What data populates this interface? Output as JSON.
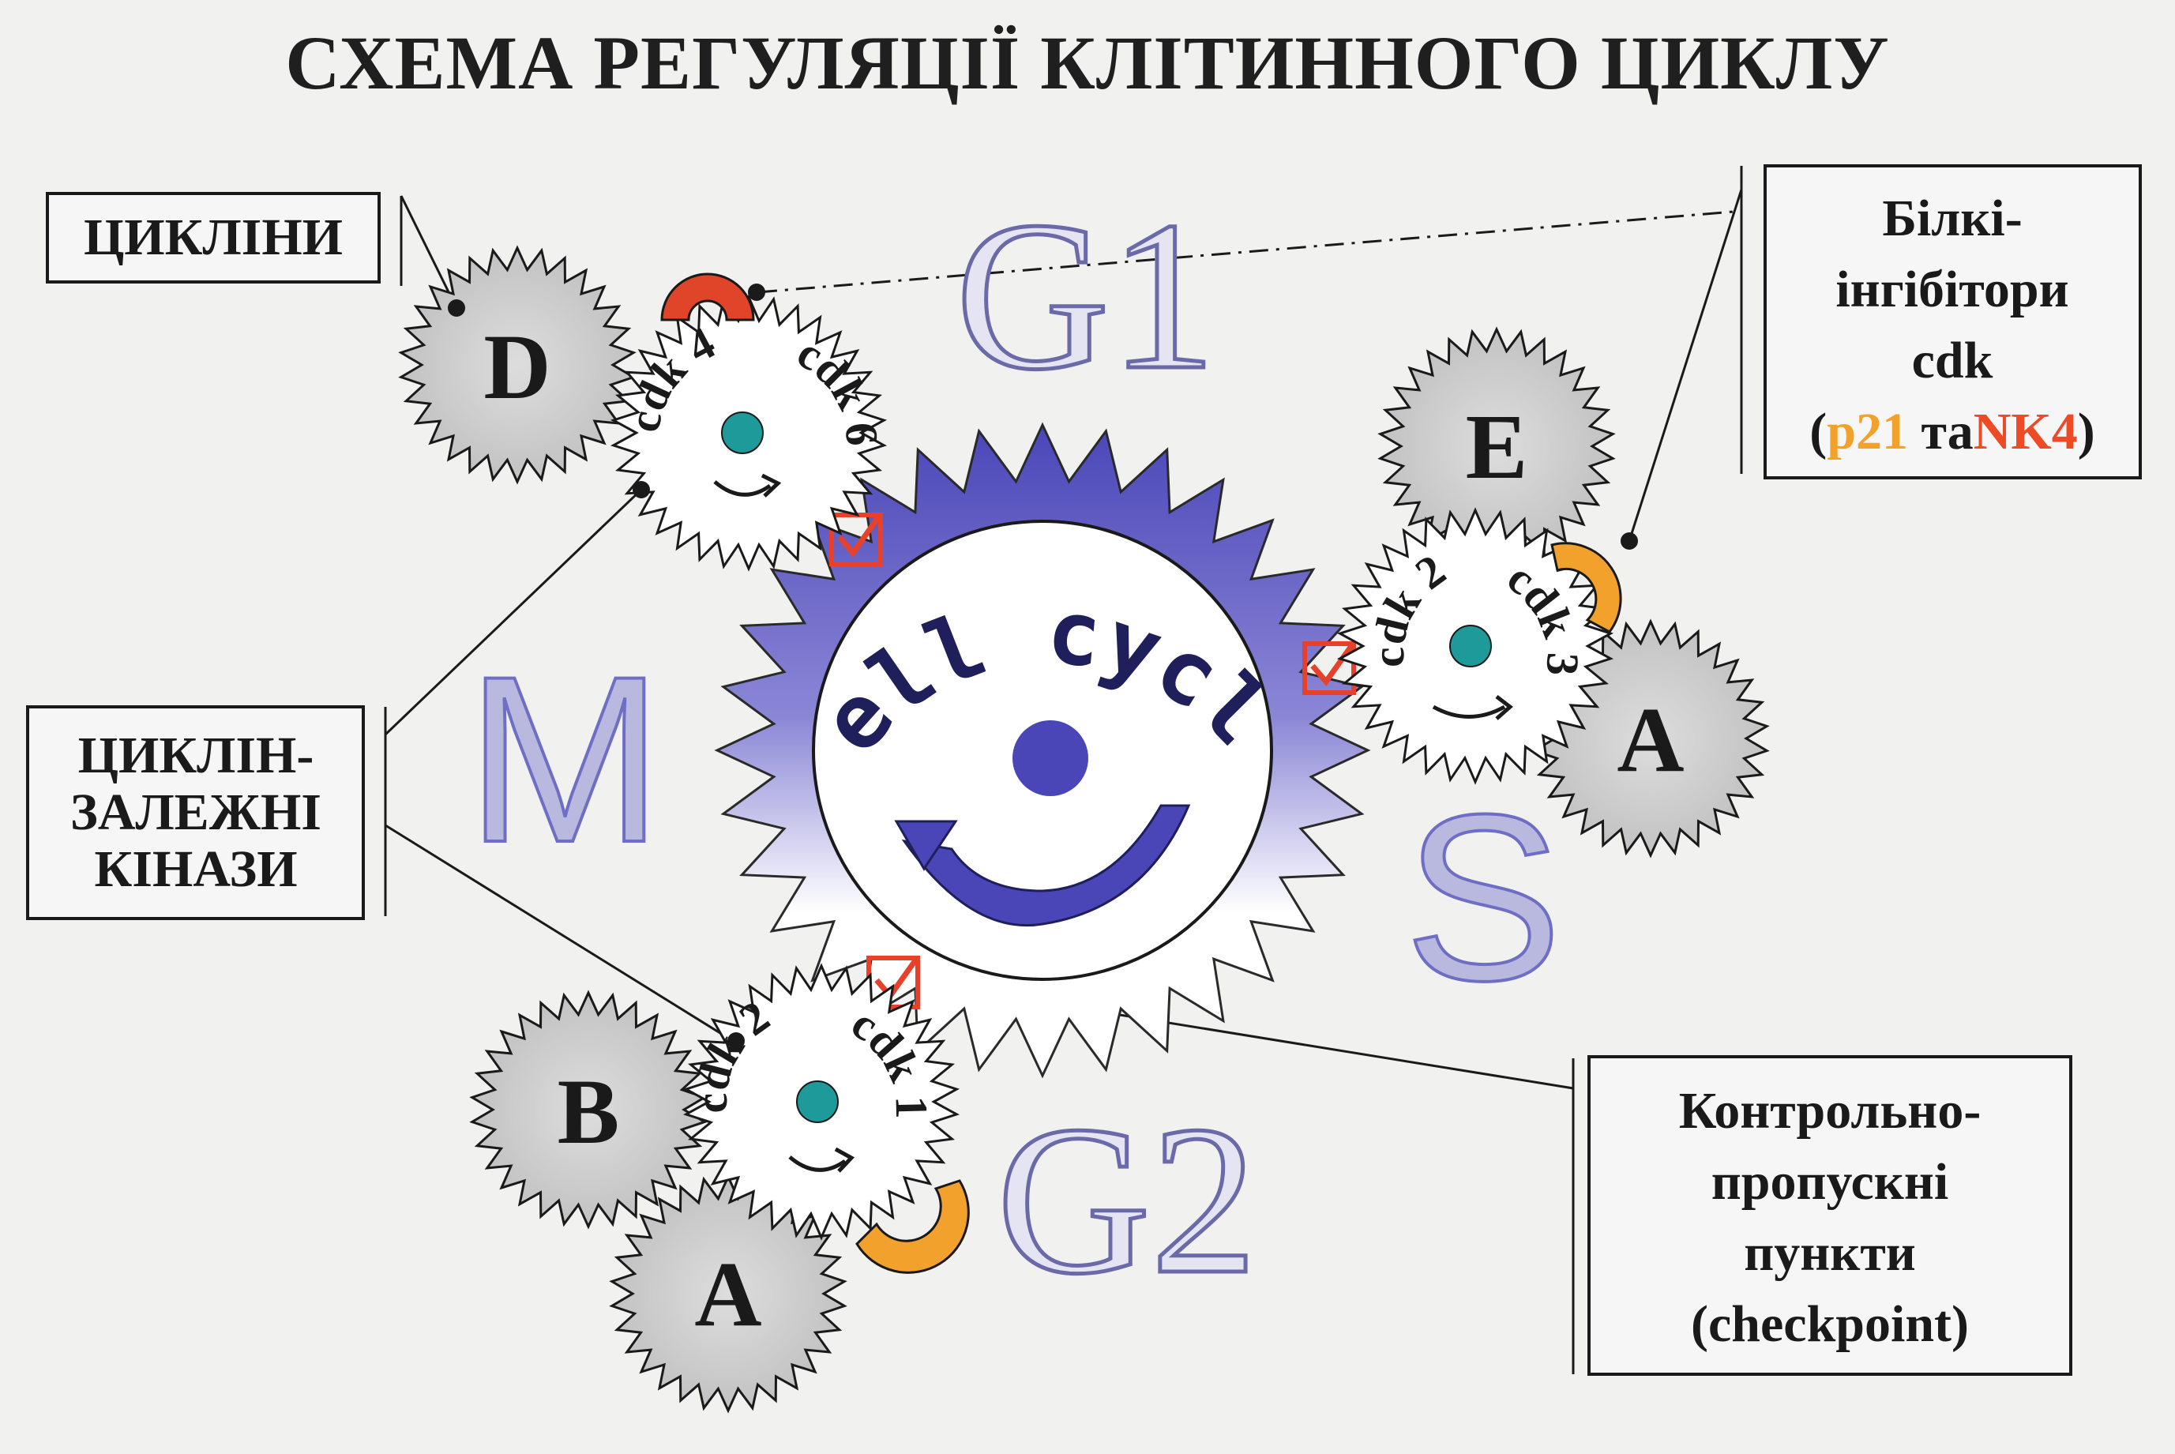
{
  "title": "СХЕМА РЕГУЛЯЦІЇ КЛІТИННОГО ЦИКЛУ",
  "labels": {
    "cyclins": "ЦИКЛІНИ",
    "cdk_line1": "ЦИКЛІН-",
    "cdk_line2": "ЗАЛЕЖНІ",
    "cdk_line3": "КІНАЗИ",
    "inhibitors_line1": "Білкі-",
    "inhibitors_line2": "інгібітори",
    "inhibitors_line3": "cdk",
    "inhibitors_paren_open": "(",
    "inhibitors_p21": "p21",
    "inhibitors_ta": " та",
    "inhibitors_nk4": "NK4",
    "inhibitors_paren_close": ")",
    "checkpoint_line1": "Контрольно-",
    "checkpoint_line2": "пропускні",
    "checkpoint_line3": "пункти",
    "checkpoint_line4": "(checkpoint)"
  },
  "phases": {
    "g1": "G1",
    "m": "M",
    "s": "S",
    "g2": "G2"
  },
  "center_text": "cell cycle",
  "cyclins": {
    "d": "D",
    "e": "E",
    "a_right": "A",
    "b": "B",
    "a_bottom": "A"
  },
  "cdk": {
    "top_left": {
      "left": "cdk 4",
      "right": "cdk 6"
    },
    "right": {
      "left": "cdk 2",
      "right": "cdk 3"
    },
    "bottom": {
      "left": "cdk 2",
      "right": "cdk 1"
    }
  },
  "colors": {
    "gear_purple": "#4a46b8",
    "cyclin_gear": "#cfcfcf",
    "inhibitor_red": "#e0452a",
    "inhibitor_orange": "#f2a12c",
    "checkpoint_red": "#e8412b",
    "hub_teal": "#1f9a9a",
    "p21_color": "#f2a12c",
    "nk4_color": "#ee4a26"
  },
  "icons": [
    "gear",
    "checkbox-check-icon",
    "curved-arrow-icon",
    "inhibitor-arc"
  ]
}
